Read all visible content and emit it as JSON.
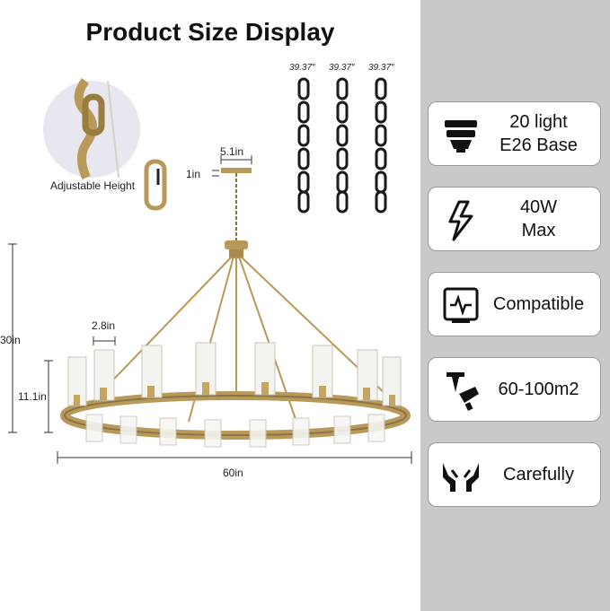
{
  "title": "Product Size Display",
  "inset": {
    "caption": "Adjustable Height"
  },
  "chains": {
    "lengths": [
      "39.37″",
      "39.37″",
      "39.37″"
    ]
  },
  "dimensions": {
    "canopy_width": "5.1in",
    "canopy_height": "1in",
    "shade_width": "2.8in",
    "total_height": "30in",
    "ring_height": "11.1in",
    "diameter": "60in"
  },
  "features": [
    {
      "icon": "bulb-base-icon",
      "line1": "20 light",
      "line2": "E26 Base"
    },
    {
      "icon": "lightning-icon",
      "line1": "40W",
      "line2": "Max"
    },
    {
      "icon": "certificate-icon",
      "line1": "Compatible",
      "line2": ""
    },
    {
      "icon": "ceiling-light-icon",
      "line1": "60-100m2",
      "line2": ""
    },
    {
      "icon": "careful-hands-icon",
      "line1": "Carefully",
      "line2": ""
    }
  ],
  "colors": {
    "panel": "#c9c9c9",
    "brass": "#b8995a",
    "chain": "#1a1a1a"
  }
}
